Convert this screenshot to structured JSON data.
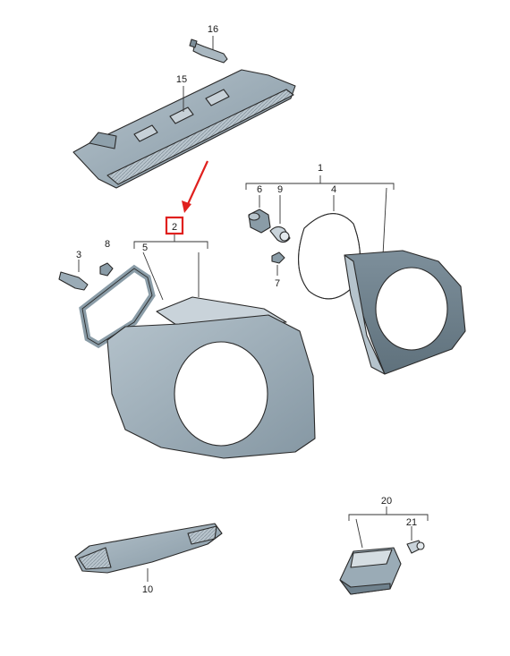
{
  "labels": {
    "l1": "1",
    "l2": "2",
    "l3": "3",
    "l4": "4",
    "l5": "5",
    "l6": "6",
    "l7": "7",
    "l8": "8",
    "l9": "9",
    "l10": "10",
    "l15": "15",
    "l16": "16",
    "l20": "20",
    "l21": "21"
  },
  "colors": {
    "part_fill": "#9fb0bb",
    "part_dark": "#6f818d",
    "part_light": "#c9d3da",
    "highlight": "#e0201e"
  }
}
